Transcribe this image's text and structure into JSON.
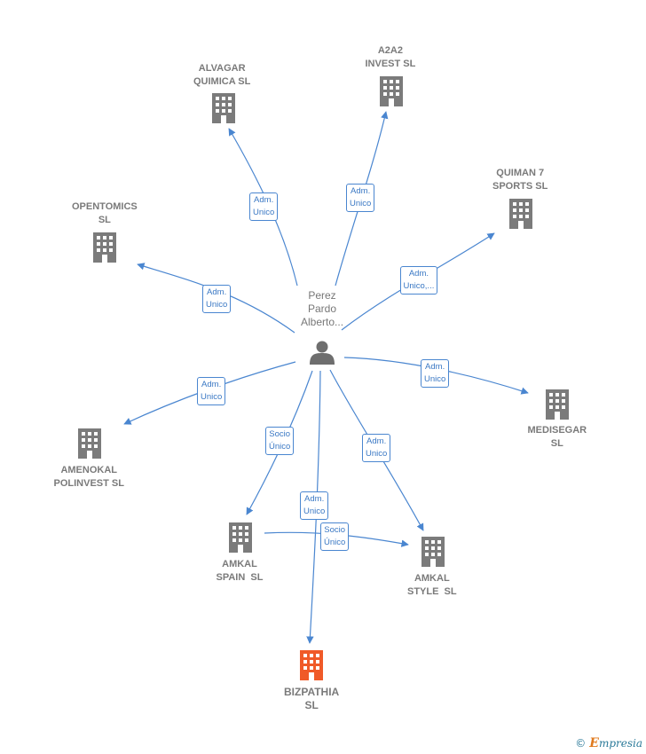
{
  "colors": {
    "edge": "#4a86d0",
    "building": "#7b7b7b",
    "highlight": "#f05a28",
    "person": "#6e6e6e"
  },
  "person": {
    "label_lines": [
      "Perez",
      "Pardo",
      "Alberto..."
    ],
    "icon": "person-icon"
  },
  "companies": [
    {
      "id": "alvagar",
      "lines": [
        "ALVAGAR",
        "QUIMICA SL"
      ],
      "icon": "building-icon"
    },
    {
      "id": "a2a2",
      "lines": [
        "A2A2",
        "INVEST SL"
      ],
      "icon": "building-icon"
    },
    {
      "id": "quiman",
      "lines": [
        "QUIMAN 7",
        "SPORTS SL"
      ],
      "icon": "building-icon"
    },
    {
      "id": "opentomics",
      "lines": [
        "OPENTOMICS",
        "SL"
      ],
      "icon": "building-icon"
    },
    {
      "id": "medisegar",
      "lines": [
        "MEDISEGAR",
        "SL"
      ],
      "icon": "building-icon"
    },
    {
      "id": "amenokal",
      "lines": [
        "AMENOKAL",
        "POLINVEST SL"
      ],
      "icon": "building-icon"
    },
    {
      "id": "amkal-spain",
      "lines": [
        "AMKAL",
        "SPAIN  SL"
      ],
      "icon": "building-icon"
    },
    {
      "id": "amkal-style",
      "lines": [
        "AMKAL",
        "STYLE  SL"
      ],
      "icon": "building-icon"
    },
    {
      "id": "bizpathia",
      "lines": [
        "BIZPATHIA",
        "SL"
      ],
      "icon": "building-icon",
      "highlight": true
    }
  ],
  "edges": [
    {
      "id": "e-alvagar",
      "lines": [
        "Adm.",
        "Unico"
      ]
    },
    {
      "id": "e-a2a2",
      "lines": [
        "Adm.",
        "Unico"
      ]
    },
    {
      "id": "e-quiman",
      "lines": [
        "Adm.",
        "Unico,..."
      ]
    },
    {
      "id": "e-opentomics",
      "lines": [
        "Adm.",
        "Unico"
      ]
    },
    {
      "id": "e-medisegar",
      "lines": [
        "Adm.",
        "Unico"
      ]
    },
    {
      "id": "e-amenokal",
      "lines": [
        "Adm.",
        "Unico"
      ]
    },
    {
      "id": "e-amkal-spain",
      "lines": [
        "Socio",
        "Único"
      ]
    },
    {
      "id": "e-amkal-style",
      "lines": [
        "Adm.",
        "Unico"
      ]
    },
    {
      "id": "e-bizpathia",
      "lines": [
        "Adm.",
        "Unico"
      ]
    },
    {
      "id": "e-spain-style",
      "lines": [
        "Socio",
        "Único"
      ]
    }
  ],
  "footer": {
    "copyright": "©",
    "brand_initial": "E",
    "brand_rest": "mpresia"
  }
}
